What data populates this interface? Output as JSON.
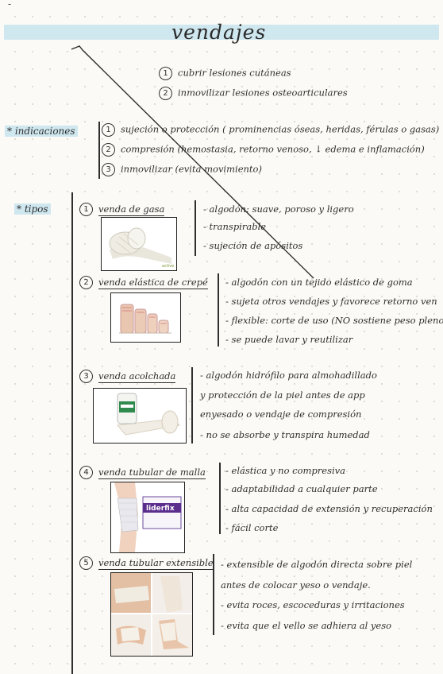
{
  "page": {
    "corner_mark": "-"
  },
  "title": "vendajes",
  "objectives": [
    {
      "num": "1",
      "text": "cubrir lesiones cutáneas"
    },
    {
      "num": "2",
      "text": "inmovilizar lesiones osteoarticulares"
    }
  ],
  "indicaciones": {
    "label": "* indicaciones",
    "items": [
      {
        "num": "1",
        "text": "sujeción o protección ( prominencias óseas, heridas, férulas o gasas)"
      },
      {
        "num": "2",
        "text": "compresión (hemostasia, retorno venoso, ↓ edema e inflamación)"
      },
      {
        "num": "3",
        "text": "inmovilizar (evita movimiento)"
      }
    ]
  },
  "tipos": {
    "label": "* tipos",
    "items": [
      {
        "num": "1",
        "title": "venda de gasa",
        "notes": [
          "- algodón: suave, poroso y ligero",
          "- transpirable",
          "- sujeción de apósitos"
        ],
        "logo": "active"
      },
      {
        "num": "2",
        "title": "venda elástica de crepé",
        "notes": [
          "- algodón con un tejido elástico de goma",
          "- sujeta otros vendajes y favorece retorno ven",
          "- flexible: corte de uso (NO sostiene peso pleno)",
          "- se puede lavar y reutilizar"
        ]
      },
      {
        "num": "3",
        "title": "venda acolchada",
        "notes": [
          "- algodón hidrófilo para almohadillado",
          "y protección de la piel antes de app",
          "enyesado o vendaje de compresión",
          "- no se absorbe y transpira humedad"
        ]
      },
      {
        "num": "4",
        "title": "venda tubular de malla",
        "notes": [
          "- elástica y no compresiva",
          "- adaptabilidad a cualquier parte",
          "- alta capacidad de extensión y recuperación",
          "- fácil corte"
        ],
        "logo": "liderfix"
      },
      {
        "num": "5",
        "title": "venda tubular extensible",
        "notes": [
          "- extensible de algodón directa sobre piel",
          "antes de colocar yeso o vendaje.",
          "- evita roces, escoceduras y irritaciones",
          "- evita que el vello se adhiera al yeso"
        ]
      }
    ]
  }
}
